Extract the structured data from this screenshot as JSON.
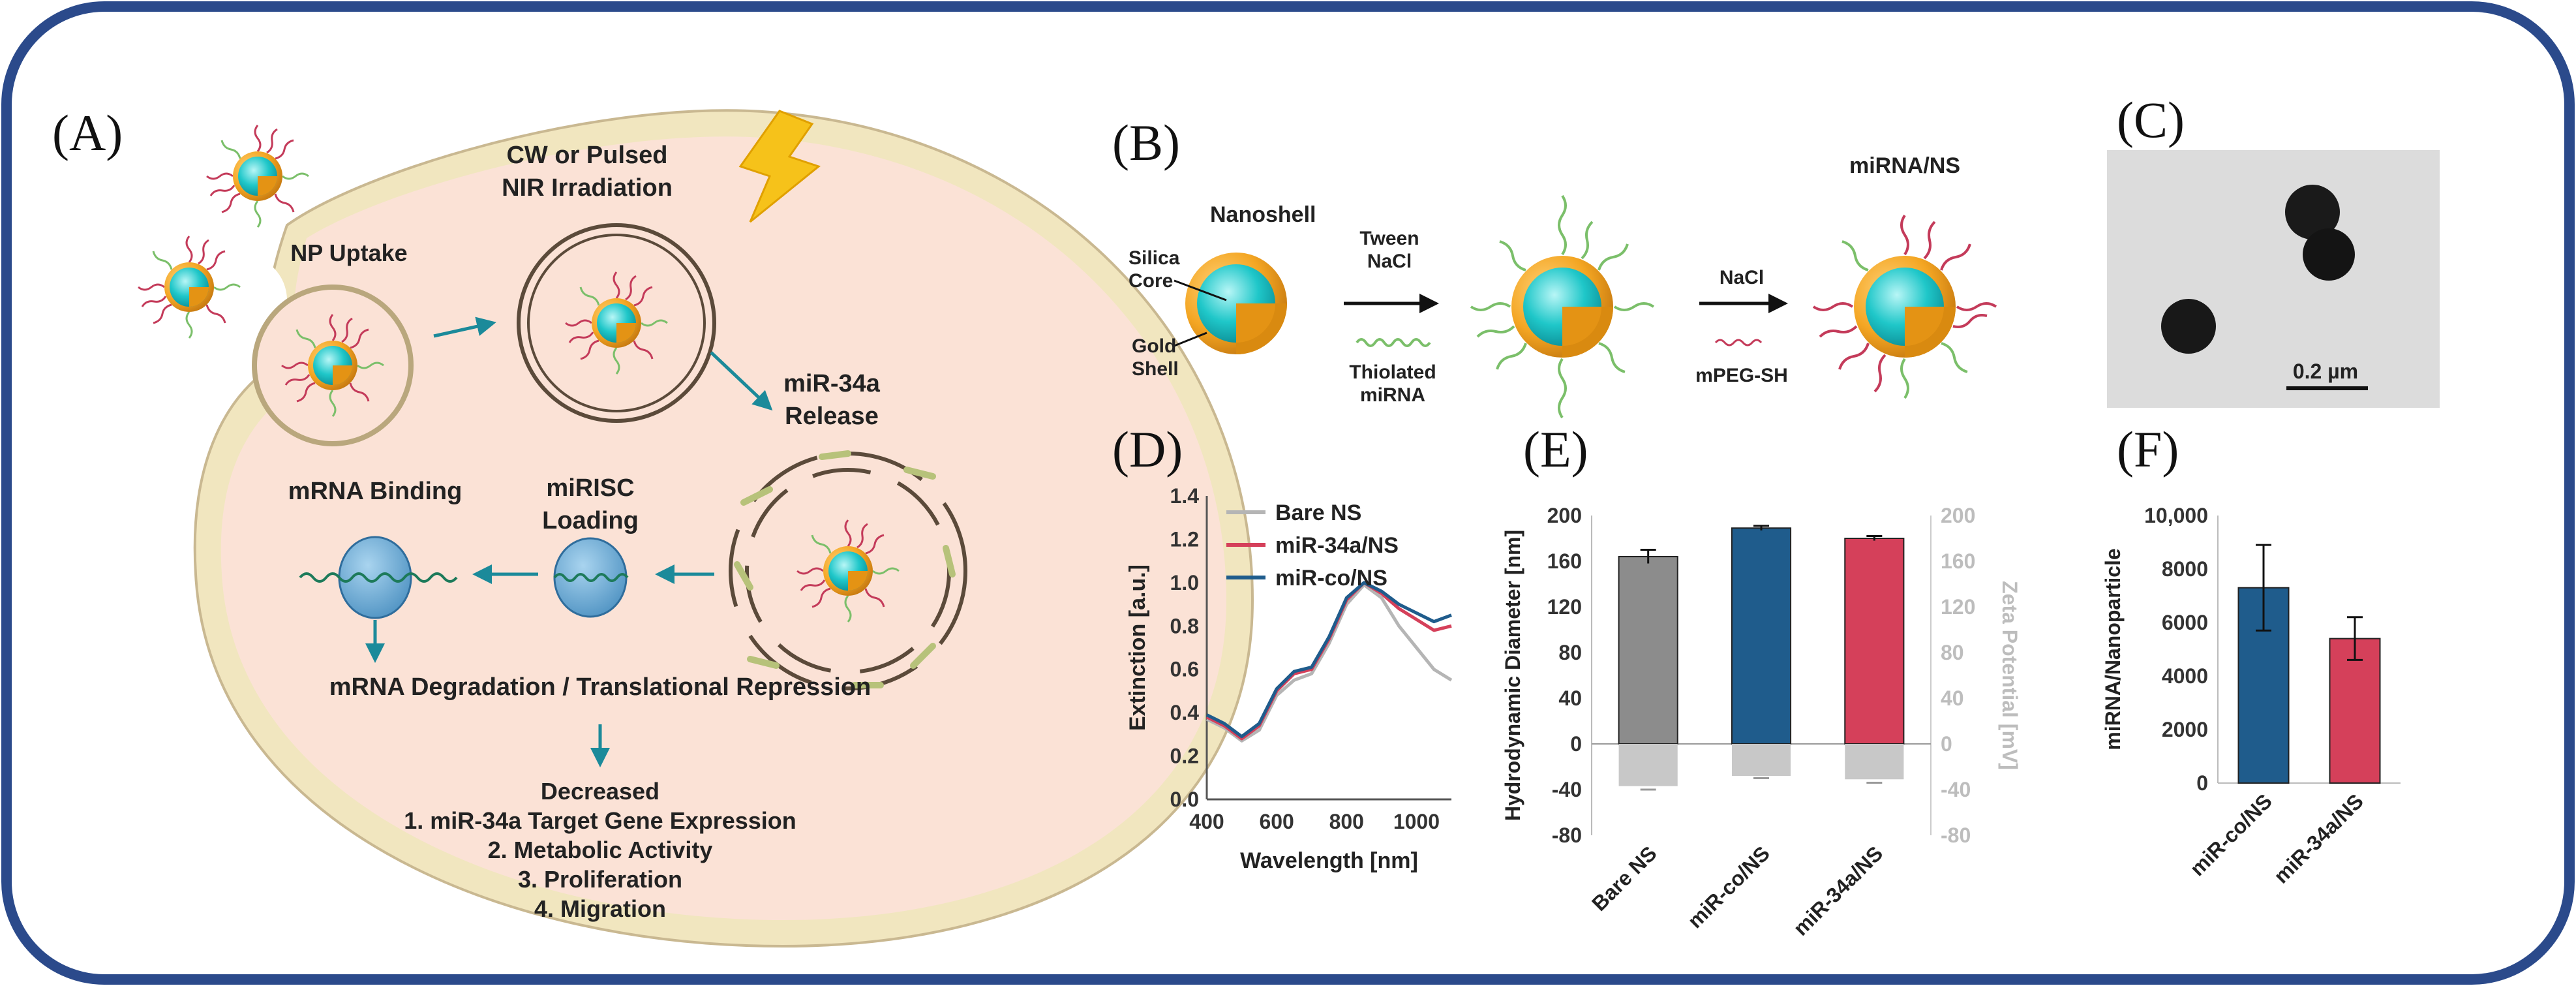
{
  "colors": {
    "frame": "#2b4a8b",
    "cell": "#fbe2d6",
    "membrane": "#f1e6bf",
    "gold": "#f4a623",
    "silica": "#1fc7c9",
    "arrow": "#1b8a9a",
    "bare": "#8c8c8c",
    "mir34a": "#d5405a",
    "mirco": "#1f5c8c"
  },
  "icons": [
    "lightning-icon",
    "nanoparticle-icon",
    "risc-icon",
    "mrna-icon",
    "nanoshell-icon"
  ],
  "panelA": {
    "letter": "(A)",
    "np_uptake": "NP Uptake",
    "irradiation": [
      "CW or Pulsed",
      "NIR Irradiation"
    ],
    "release": [
      "miR-34a",
      "Release"
    ],
    "miRISC": [
      "miRISC",
      "Loading"
    ],
    "mrna_binding": "mRNA Binding",
    "degradation": "mRNA Degradation / Translational Repression",
    "outcomes": [
      "Decreased",
      "1.  miR-34a Target Gene Expression",
      "2. Metabolic Activity",
      "3. Proliferation",
      "4. Migration"
    ]
  },
  "panelB": {
    "letter": "(B)",
    "nanoshell": "Nanoshell",
    "silica_core": [
      "Silica",
      "Core"
    ],
    "gold_shell": [
      "Gold",
      "Shell"
    ],
    "step1_top": [
      "Tween",
      "NaCl"
    ],
    "step1_bottom": [
      "Thiolated",
      "miRNA"
    ],
    "step2_top": "NaCl",
    "step2_bottom": "mPEG-SH",
    "product": "miRNA/NS"
  },
  "panelC": {
    "letter": "(C)",
    "scale_bar": "0.2 µm"
  },
  "panelD": {
    "letter": "(D)"
  },
  "panelE": {
    "letter": "(E)"
  },
  "panelF": {
    "letter": "(F)"
  },
  "chart_data": [
    {
      "type": "line",
      "panel": "D",
      "xlabel": "Wavelength [nm]",
      "ylabel": "Extinction [a.u.]",
      "xlim": [
        400,
        1100
      ],
      "ylim": [
        0,
        1.4
      ],
      "xticks": [
        "400",
        "600",
        "800",
        "1000"
      ],
      "yticks": [
        "0.0",
        "0.2",
        "0.4",
        "0.6",
        "0.8",
        "1.0",
        "1.2",
        "1.4"
      ],
      "legend_position": "top-left",
      "x": [
        400,
        450,
        500,
        550,
        600,
        650,
        700,
        750,
        800,
        850,
        900,
        950,
        1000,
        1050,
        1100
      ],
      "series": [
        {
          "name": "Bare NS",
          "color": "#b5b5b5",
          "values": [
            0.37,
            0.33,
            0.27,
            0.32,
            0.48,
            0.55,
            0.58,
            0.72,
            0.9,
            0.99,
            0.93,
            0.8,
            0.7,
            0.6,
            0.55
          ]
        },
        {
          "name": "miR-34a/NS",
          "color": "#d5405a",
          "values": [
            0.38,
            0.34,
            0.28,
            0.34,
            0.5,
            0.58,
            0.6,
            0.74,
            0.92,
            1.0,
            0.95,
            0.88,
            0.83,
            0.78,
            0.8
          ]
        },
        {
          "name": "miR-co/NS",
          "color": "#1f5c8c",
          "values": [
            0.39,
            0.35,
            0.29,
            0.35,
            0.51,
            0.59,
            0.61,
            0.75,
            0.93,
            1.0,
            0.96,
            0.9,
            0.86,
            0.82,
            0.85
          ]
        }
      ]
    },
    {
      "type": "bar",
      "panel": "E",
      "categories": [
        "Bare NS",
        "miR-co/NS",
        "miR-34a/NS"
      ],
      "ylabel": "Hydrodynamic Diameter [nm]",
      "y2label": "Zeta Potential [mV]",
      "ylim": [
        -80,
        200
      ],
      "y2lim": [
        -80,
        200
      ],
      "yticks": [
        "200",
        "160",
        "120",
        "80",
        "40",
        "0",
        "-40",
        "-80"
      ],
      "y2ticks": [
        "200",
        "160",
        "120",
        "80",
        "40",
        "0",
        "-40",
        "-80"
      ],
      "bar_colors": [
        "#8c8c8c",
        "#1f5c8c",
        "#d5405a"
      ],
      "series": [
        {
          "values": [
            164,
            189,
            180
          ],
          "errors": [
            6,
            2,
            2
          ]
        },
        {
          "values": [
            -37,
            -28,
            -31
          ],
          "errors": [
            3,
            2,
            3
          ]
        }
      ]
    },
    {
      "type": "bar",
      "panel": "F",
      "categories": [
        "miR-co/NS",
        "miR-34a/NS"
      ],
      "ylabel": "miRNA/Nanoparticle",
      "ylim": [
        0,
        10000
      ],
      "yticks": [
        "10,000",
        "8000",
        "6000",
        "4000",
        "2000",
        "0"
      ],
      "bar_colors": [
        "#1f5c8c",
        "#d5405a"
      ],
      "series": [
        {
          "values": [
            7300,
            5400
          ],
          "errors": [
            1600,
            800
          ]
        }
      ]
    }
  ]
}
